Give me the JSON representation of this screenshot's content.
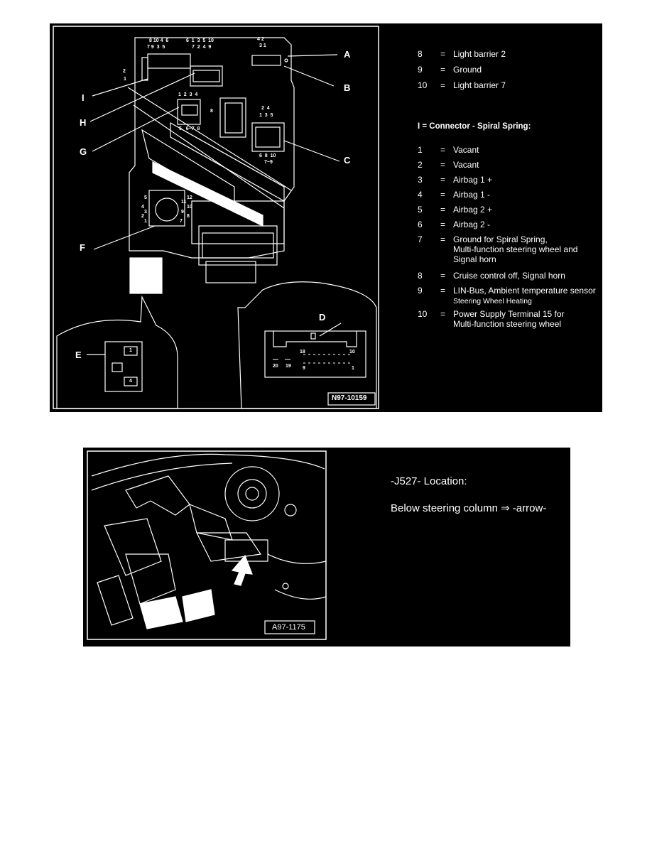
{
  "figure1": {
    "id_label": "N97-10159",
    "callouts": {
      "A": "A",
      "B": "B",
      "C": "C",
      "D": "D",
      "E": "E",
      "F": "F",
      "G": "G",
      "H": "H",
      "I": "I"
    },
    "pin_numbers": {
      "top_left_row1": "8 10 4  6",
      "top_left_row2": "7 9  3  5",
      "top_mid_row1": "6  1  3  5  10",
      "top_mid_row2": "7  2  4  9",
      "top_right_row1": "4 2",
      "top_right_row2": "3 1",
      "side_left_2": "2",
      "side_left_1": "1",
      "g_row": "1  2  3  4",
      "g_bottom": "5   6~7  8",
      "g_right": "8",
      "c_top1": "2  4",
      "c_top2": "1  3  5",
      "c_bot1": "6  8  10",
      "c_bot2": "7~9",
      "f_5": "5",
      "f_12": "12",
      "f_11": "11",
      "f_10": "10",
      "f_4": "4",
      "f_3": "3",
      "f_9": "9",
      "f_2": "2",
      "f_8": "8",
      "f_1": "1",
      "f_7": "7",
      "d_18": "18",
      "d_10": "10",
      "d_20": "20",
      "d_19": "19",
      "d_9": "9",
      "d_1": "1",
      "e_1": "1",
      "e_4": "4"
    },
    "legend_top": [
      {
        "num": "8",
        "eq": "=",
        "text": "Light barrier 2"
      },
      {
        "num": "9",
        "eq": "=",
        "text": "Ground"
      },
      {
        "num": "10",
        "eq": "=",
        "text": "Light barrier 7"
      }
    ],
    "connector_heading": "I = Connector - Spiral Spring:",
    "legend": [
      {
        "num": "1",
        "eq": "=",
        "text": "Vacant"
      },
      {
        "num": "2",
        "eq": "=",
        "text": "Vacant"
      },
      {
        "num": "3",
        "eq": "=",
        "text": "Airbag 1 +"
      },
      {
        "num": "4",
        "eq": "=",
        "text": "Airbag 1 -"
      },
      {
        "num": "5",
        "eq": "=",
        "text": "Airbag 2 +"
      },
      {
        "num": "6",
        "eq": "=",
        "text": "Airbag 2 -"
      },
      {
        "num": "7",
        "eq": "=",
        "text": "Ground for Spiral Spring,",
        "line2": "Multi-function steering wheel and",
        "line3": "Signal horn"
      },
      {
        "num": "8",
        "eq": "=",
        "text": "Cruise control off, Signal horn"
      },
      {
        "num": "9",
        "eq": "=",
        "text": "LIN-Bus, Ambient temperature sensor",
        "sub": "Steering Wheel Heating"
      },
      {
        "num": "10",
        "eq": "=",
        "text": "Power Supply Terminal 15 for",
        "line2": "Multi-function steering wheel"
      }
    ]
  },
  "figure2": {
    "id_label": "A97-1175",
    "title": "-J527- Location:",
    "description": "Below steering column ⇒ -arrow-"
  }
}
